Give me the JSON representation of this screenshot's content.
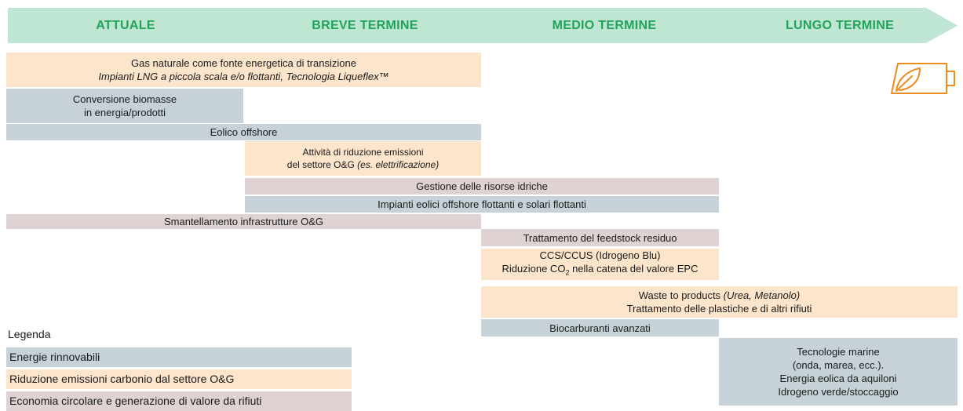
{
  "colors": {
    "header_bg": "#bfe6d3",
    "header_text": "#21a35a",
    "renewables": "#c6d2d7",
    "emission_reduction": "#fde5cc",
    "circular_economy": "#ded3d2",
    "icon": "#f08a1c"
  },
  "phases": [
    "ATTUALE",
    "BREVE TERMINE",
    "MEDIO TERMINE",
    "LUNGO TERMINE"
  ],
  "bars": [
    {
      "line1": "Gas naturale come fonte energetica di transizione",
      "line2": "Impianti LNG a piccola scala e/o flottanti, Tecnologia Liqueflex™"
    },
    {
      "line1": "Conversione biomasse",
      "line2": "in energia/prodotti"
    },
    {
      "line1": "Eolico offshore"
    },
    {
      "line1": "Attività di riduzione emissioni",
      "line2a": "del settore O&G ",
      "line2b": "(es. elettrificazione)"
    },
    {
      "line1": "Gestione delle risorse idriche"
    },
    {
      "line1": "Impianti eolici offshore flottanti e solari flottanti"
    },
    {
      "line1": "Smantellamento infrastrutture O&G"
    },
    {
      "line1": "Trattamento del feedstock residuo"
    },
    {
      "line1": "CCS/CCUS (Idrogeno Blu)",
      "line2a": "Riduzione CO",
      "line2sub": "2",
      "line2b": " nella catena del valore EPC"
    },
    {
      "line1a": "Waste to products ",
      "line1b": "(Urea, Metanolo)",
      "line2": "Trattamento delle plastiche e di altri rifiuti"
    },
    {
      "line1": "Biocarburanti avanzati"
    },
    {
      "lines": [
        "Tecnologie marine",
        "(onda, marea, ecc.).",
        "Energia eolica da aquiloni",
        "Idrogeno verde/stoccaggio"
      ]
    }
  ],
  "legend": {
    "title": "Legenda",
    "items": [
      "Energie rinnovabili",
      "Riduzione emissioni carbonio dal settore O&G",
      "Economia circolare e generazione di valore da rifiuti"
    ]
  },
  "icons": {
    "leaf_battery": "leaf-battery-icon"
  }
}
